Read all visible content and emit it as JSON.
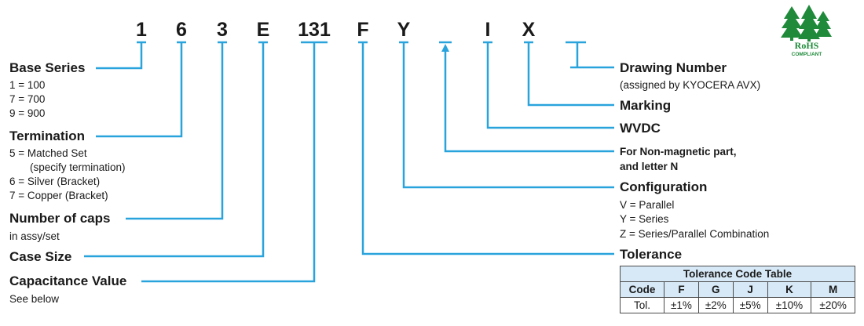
{
  "code_chars": {
    "c1": "1",
    "c2": "6",
    "c3": "3",
    "c4": "E",
    "c5": "131",
    "c6": "F",
    "c7": "Y",
    "c8": "I",
    "c9": "X"
  },
  "colors": {
    "line": "#29a3dc",
    "rohs_green": "#1e8a3a",
    "table_header": "#d7e9f6"
  },
  "left": {
    "base_series": {
      "title": "Base Series",
      "items": [
        "1 = 100",
        "7 = 700",
        "9 = 900"
      ]
    },
    "termination": {
      "title": "Termination",
      "items": [
        "5 = Matched Set",
        "(specify termination)",
        "6 = Silver (Bracket)",
        "7 = Copper (Bracket)"
      ]
    },
    "num_caps": {
      "title": "Number of caps",
      "sub": "in assy/set"
    },
    "case_size": {
      "title": "Case Size"
    },
    "capacitance": {
      "title": "Capacitance Value",
      "sub": "See below"
    }
  },
  "right": {
    "drawing_number": {
      "title": "Drawing Number",
      "sub": "(assigned by KYOCERA AVX)"
    },
    "marking": {
      "title": "Marking"
    },
    "wvdc": {
      "title": "WVDC"
    },
    "nonmag": {
      "line1": "For Non-magnetic part,",
      "line2": "and letter N"
    },
    "configuration": {
      "title": "Configuration",
      "items": [
        "V = Parallel",
        "Y = Series",
        "Z = Series/Parallel Combination"
      ]
    },
    "tolerance": {
      "title": "Tolerance"
    }
  },
  "tolerance_table": {
    "caption": "Tolerance Code Table",
    "header_label": "Code",
    "codes": [
      "F",
      "G",
      "J",
      "K",
      "M"
    ],
    "row_label": "Tol.",
    "values": [
      "±1%",
      "±2%",
      "±5%",
      "±10%",
      "±20%"
    ]
  },
  "rohs": {
    "label": "RoHS",
    "sub": "COMPLIANT"
  }
}
